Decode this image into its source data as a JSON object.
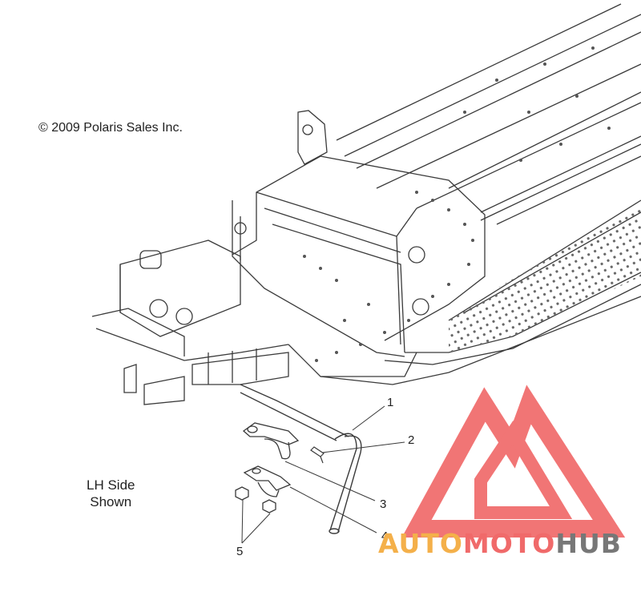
{
  "copyright": "© 2009 Polaris Sales Inc.",
  "side_note": {
    "line1": "LH Side",
    "line2": "Shown"
  },
  "callouts": [
    "1",
    "2",
    "3",
    "4",
    "5"
  ],
  "watermark": {
    "part1": "AUTO",
    "part2": "MOTO",
    "part3": "HUB",
    "color_auto": "#f4b04a",
    "color_moto": "#f06a6a",
    "color_hub": "#777777",
    "logo_color": "#f06a6a"
  },
  "colors": {
    "line": "#3a3a3a",
    "dots": "#555555"
  }
}
